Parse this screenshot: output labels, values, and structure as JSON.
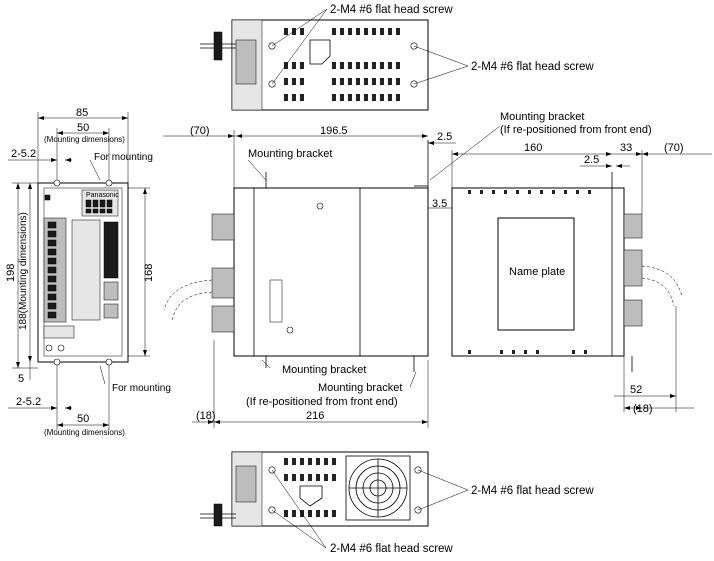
{
  "screw_labels": {
    "top_upper": "2-M4  #6 flat head screw",
    "top_right": "2-M4  #6 flat head screw",
    "bottom_right": "2-M4  #6 flat head screw",
    "bottom_lower": "2-M4  #6 flat head screw"
  },
  "front_view": {
    "width_85": "85",
    "mount_50_top": "50",
    "mount_dims_top": "(Mounting dimensions)",
    "offset_top": "2-5.2",
    "for_mounting_top": "For mounting",
    "height_198": "198",
    "height_188": "188(Mounting dimensions)",
    "height_168": "168",
    "bottom_5": "5",
    "offset_bottom": "2-5.2",
    "for_mounting_bottom": "For mounting",
    "mount_50_bottom": "50",
    "mount_dims_bottom": "(Mounting dimensions)",
    "brand": "Panasonic"
  },
  "side_view": {
    "dim_70": "(70)",
    "dim_196_5": "196.5",
    "dim_2_5": "2.5",
    "bracket_label": "Mounting bracket",
    "bracket_repos_title": "Mounting bracket",
    "bracket_repos_note": "(If re-positioned from front end)",
    "dim_3_5": "3.5",
    "bracket_bottom": "Mounting bracket",
    "bracket_bottom_repos_title": "Mounting bracket",
    "bracket_bottom_repos_note": "(If re-positioned from front end)",
    "dim_18": "(18)",
    "dim_216": "216"
  },
  "rear_view": {
    "dim_160": "160",
    "dim_2_5": "2.5",
    "dim_33": "33",
    "dim_70": "(70)",
    "name_plate": "Name plate",
    "dim_52": "52",
    "dim_18": "(18)"
  }
}
